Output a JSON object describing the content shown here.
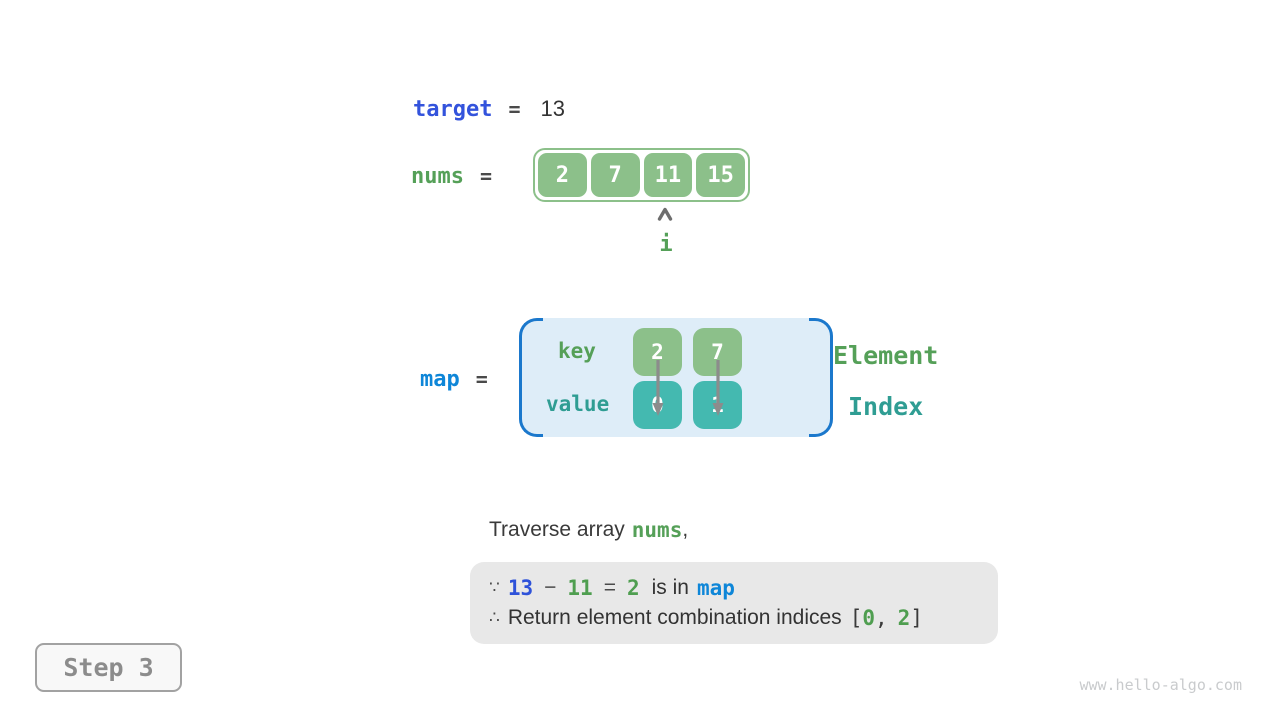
{
  "target_row": {
    "label": "target",
    "equals": "=",
    "value": "13"
  },
  "nums_row": {
    "label": "nums",
    "equals": "=",
    "cells": [
      "2",
      "7",
      "11",
      "15"
    ],
    "pointer_label": "i",
    "pointer_index_shown": 2
  },
  "map_row": {
    "label": "map",
    "equals": "=",
    "key_label": "key",
    "value_label": "value",
    "keys": [
      "2",
      "7"
    ],
    "values": [
      "0",
      "1"
    ],
    "element_label": "Element",
    "index_label": "Index"
  },
  "caption": {
    "prefix": "Traverse array",
    "code": "nums",
    "comma": ","
  },
  "result_box": {
    "line1": {
      "because_symbol": "∵",
      "minuend": "13",
      "minus": "−",
      "subtrahend": "11",
      "equals": "=",
      "difference": "2",
      "text": "is in",
      "code": "map"
    },
    "line2": {
      "therefore_symbol": "∴",
      "text": "Return element combination indices",
      "bracket_open": "[",
      "index_a": "0",
      "comma": ",",
      "index_b": "2",
      "bracket_close": "]"
    }
  },
  "step_badge": {
    "label": "Step 3"
  },
  "watermark": "www.hello-algo.com",
  "colors": {
    "cell_green": "#8CC08A",
    "cell_teal": "#44B9B0",
    "green_text": "#55A058",
    "teal_text": "#2F9D93",
    "target_blue": "#3353DC",
    "map_azure": "#0E86D8",
    "result_blue": "#2E52D9",
    "map_fill": "#DEEDF8",
    "map_border": "#1B78CC",
    "result_box_bg": "#E8E8E8",
    "arrow_gray": "#8C8C8C",
    "step_gray": "#8C8C8C"
  }
}
